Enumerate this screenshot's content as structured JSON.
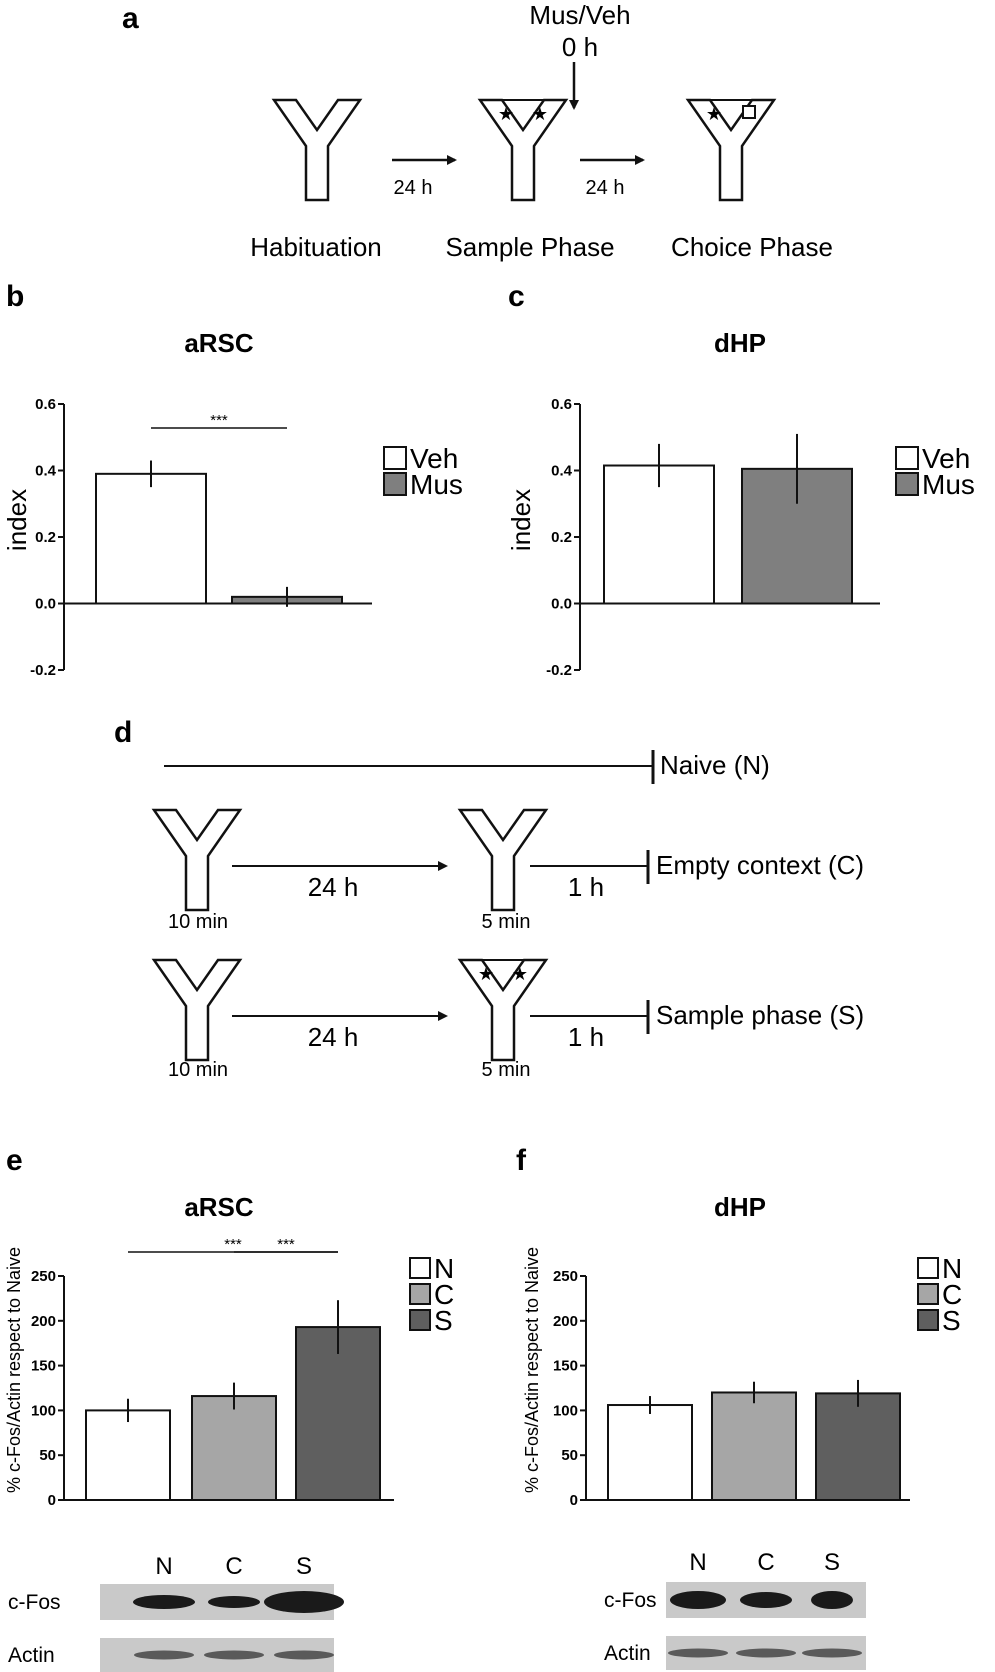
{
  "panels": {
    "a": "a",
    "b": "b",
    "c": "c",
    "d": "d",
    "e": "e",
    "f": "f"
  },
  "schema_a": {
    "injection_label": "Mus/Veh",
    "injection_time": "0 h",
    "interval_1": "24 h",
    "interval_2": "24 h",
    "stage_1": "Habituation",
    "stage_2": "Sample Phase",
    "stage_3": "Choice Phase"
  },
  "schema_d": {
    "naive_label": "Naive (N)",
    "row1_first_duration": "10 min",
    "row1_interval": "24 h",
    "row1_second_duration": "5 min",
    "row1_delay": "1 h",
    "row1_label": "Empty context (C)",
    "row2_first_duration": "10 min",
    "row2_interval": "24 h",
    "row2_second_duration": "5 min",
    "row2_delay": "1 h",
    "row2_label": "Sample phase (S)"
  },
  "chart_data": [
    {
      "id": "b",
      "type": "bar",
      "title": "aRSC",
      "ylabel": "index",
      "categories": [
        "Veh",
        "Mus"
      ],
      "values": [
        0.39,
        0.02
      ],
      "errors": [
        0.04,
        0.03
      ],
      "colors": [
        "#ffffff",
        "#7f7f7f"
      ],
      "ylim": [
        -0.2,
        0.6
      ],
      "yticks": [
        "0.6",
        "0.4",
        "0.2",
        "0.0",
        "-0.2"
      ],
      "legend": [
        "Veh",
        "Mus"
      ],
      "significance": [
        {
          "from": 0,
          "to": 1,
          "label": "***"
        }
      ]
    },
    {
      "id": "c",
      "type": "bar",
      "title": "dHP",
      "ylabel": "index",
      "categories": [
        "Veh",
        "Mus"
      ],
      "values": [
        0.415,
        0.405
      ],
      "errors": [
        0.065,
        0.105
      ],
      "colors": [
        "#ffffff",
        "#7f7f7f"
      ],
      "ylim": [
        -0.2,
        0.6
      ],
      "yticks": [
        "0.6",
        "0.4",
        "0.2",
        "0.0",
        "-0.2"
      ],
      "legend": [
        "Veh",
        "Mus"
      ],
      "significance": []
    },
    {
      "id": "e",
      "type": "bar",
      "title": "aRSC",
      "ylabel": "% c-Fos/Actin respect to Naive",
      "categories": [
        "N",
        "C",
        "S"
      ],
      "values": [
        100,
        116,
        193
      ],
      "errors": [
        13,
        15,
        30
      ],
      "colors": [
        "#ffffff",
        "#a6a6a6",
        "#5f5f5f"
      ],
      "ylim": [
        0,
        250
      ],
      "yticks": [
        "250",
        "200",
        "150",
        "100",
        "50",
        "0"
      ],
      "legend": [
        "N",
        "C",
        "S"
      ],
      "significance": [
        {
          "from": 0,
          "to": 2,
          "label": "***"
        },
        {
          "from": 1,
          "to": 2,
          "label": "***"
        }
      ]
    },
    {
      "id": "f",
      "type": "bar",
      "title": "dHP",
      "ylabel": "% c-Fos/Actin respect to Naive",
      "categories": [
        "N",
        "C",
        "S"
      ],
      "values": [
        106,
        120,
        119
      ],
      "errors": [
        10,
        12,
        15
      ],
      "colors": [
        "#ffffff",
        "#a6a6a6",
        "#5f5f5f"
      ],
      "ylim": [
        0,
        250
      ],
      "yticks": [
        "250",
        "200",
        "150",
        "100",
        "50",
        "0"
      ],
      "legend": [
        "N",
        "C",
        "S"
      ],
      "significance": []
    }
  ],
  "blots": {
    "e": {
      "lanes": [
        "N",
        "C",
        "S"
      ],
      "rows": [
        "c-Fos",
        "Actin"
      ]
    },
    "f": {
      "lanes": [
        "N",
        "C",
        "S"
      ],
      "rows": [
        "c-Fos",
        "Actin"
      ]
    }
  }
}
